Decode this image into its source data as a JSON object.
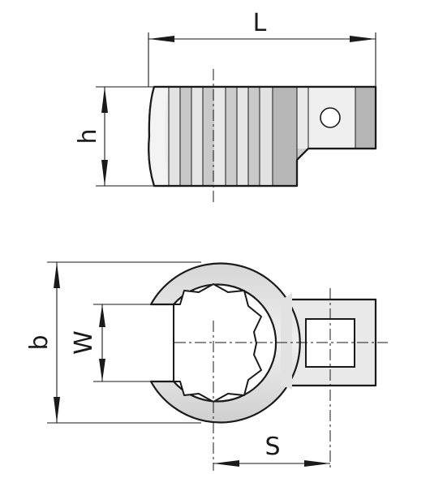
{
  "labels": {
    "L": "L",
    "h": "h",
    "b": "b",
    "W": "W",
    "S": "S"
  },
  "colors": {
    "line": "#1a1a1a",
    "fill_light": "#e9e9e9",
    "fill_mid": "#d2d2d2",
    "fill_dark": "#b4b4b4",
    "background": "#ffffff"
  }
}
